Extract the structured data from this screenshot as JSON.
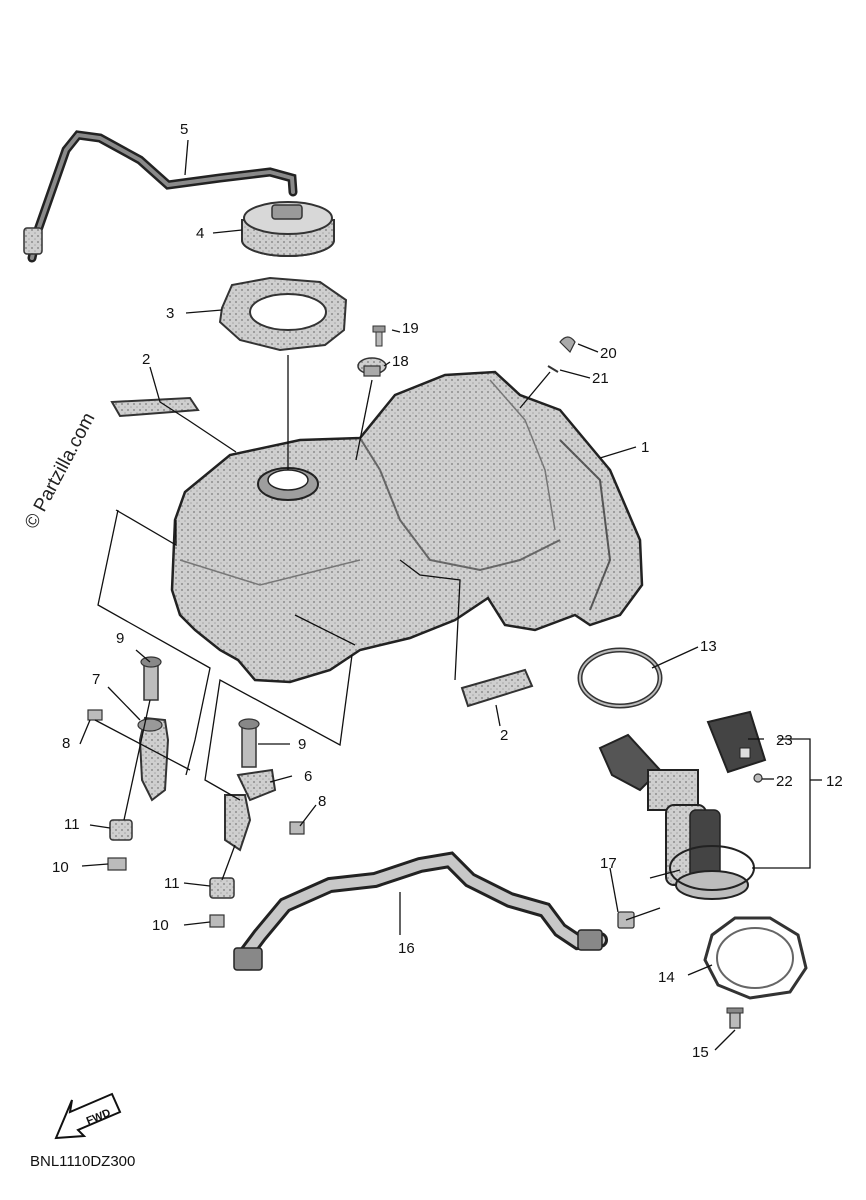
{
  "watermark": "© Partzilla.com",
  "diagram_code": "BNL1110DZ300",
  "fwd_label": "FWD",
  "callouts": {
    "c1": "1",
    "c2a": "2",
    "c2b": "2",
    "c3": "3",
    "c4": "4",
    "c5": "5",
    "c6": "6",
    "c7": "7",
    "c8a": "8",
    "c8b": "8",
    "c9a": "9",
    "c9b": "9",
    "c10a": "10",
    "c10b": "10",
    "c11a": "11",
    "c11b": "11",
    "c12": "12",
    "c13": "13",
    "c14": "14",
    "c15": "15",
    "c16": "16",
    "c17": "17",
    "c18": "18",
    "c19": "19",
    "c20": "20",
    "c21": "21",
    "c22": "22",
    "c23": "23"
  },
  "colors": {
    "part_fill": "#c4c4c4",
    "part_dark": "#8a8a8a",
    "line": "#111111"
  }
}
